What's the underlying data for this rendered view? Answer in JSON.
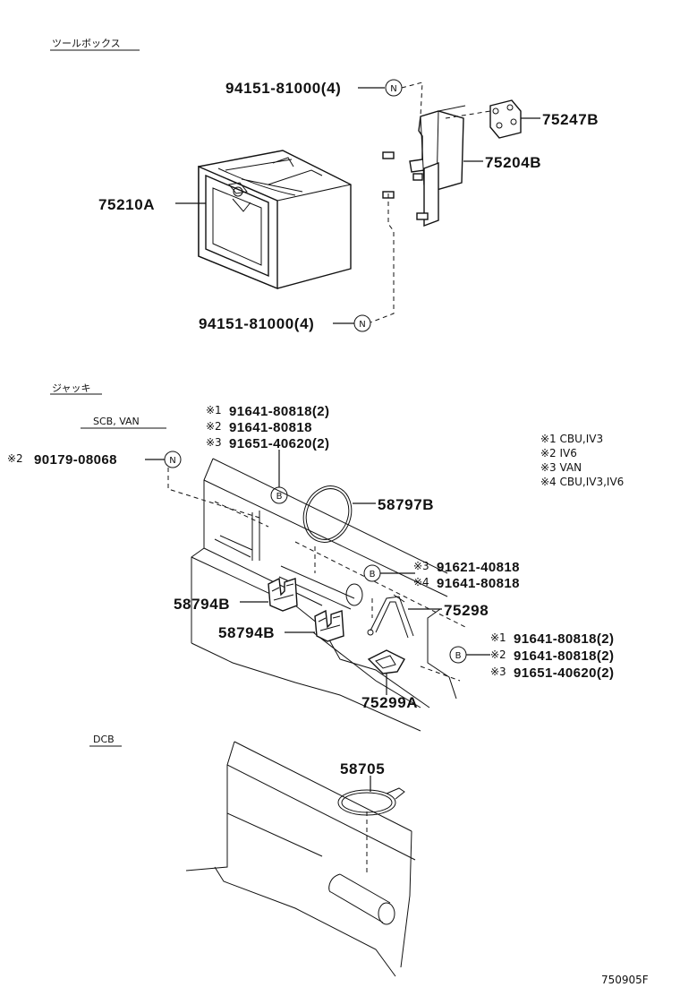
{
  "sections": {
    "toolbox": "ツールボックス",
    "jack": "ジャッキ",
    "scb_van": "SCB, VAN",
    "dcb": "DCB"
  },
  "callouts": {
    "n": "N",
    "b": "B"
  },
  "parts": {
    "p94151_top": "94151-81000(4)",
    "p94151_bottom": "94151-81000(4)",
    "p75247B": "75247B",
    "p75204B": "75204B",
    "p75210A": "75210A",
    "p58797B": "58797B",
    "p58794B_1": "58794B",
    "p58794B_2": "58794B",
    "p75298": "75298",
    "p75299A": "75299A",
    "p58705": "58705",
    "p90179_mark": "※2",
    "p90179": "90179-08068",
    "jack_bolt_a_mark": "※1",
    "jack_bolt_a": "91641-80818(2)",
    "jack_bolt_b_mark": "※2",
    "jack_bolt_b": "91641-80818",
    "jack_bolt_c_mark": "※3",
    "jack_bolt_c": "91651-40620(2)",
    "mid_bolt_a_mark": "※3",
    "mid_bolt_a": "91621-40818",
    "mid_bolt_b_mark": "※4",
    "mid_bolt_b": "91641-80818",
    "low_bolt_a_mark": "※1",
    "low_bolt_a": "91641-80818(2)",
    "low_bolt_b_mark": "※2",
    "low_bolt_b": "91641-80818(2)",
    "low_bolt_c_mark": "※3",
    "low_bolt_c": "91651-40620(2)"
  },
  "notes": [
    "※1 CBU,IV3",
    "※2 IV6",
    "※3 VAN",
    "※4 CBU,IV3,IV6"
  ],
  "footer": {
    "diagram_id": "750905F"
  }
}
